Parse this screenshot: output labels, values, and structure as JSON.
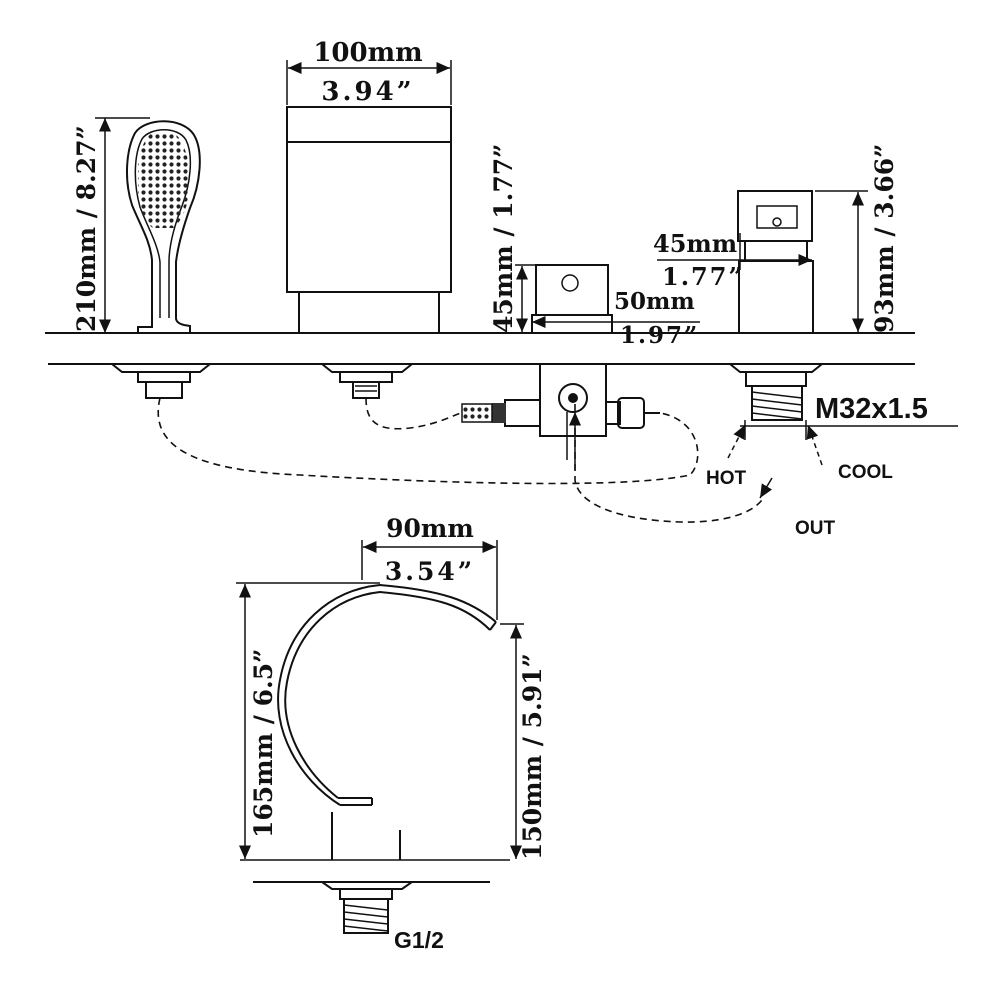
{
  "dimensions": {
    "handshower_height": "210mm / 8.27”",
    "spout_width_mm": "100mm",
    "spout_width_in": "3.94”",
    "knob_height": "45mm / 1.77”",
    "knob_width_mm": "50mm",
    "knob_width_in": "1.97”",
    "valve_width_mm": "45mm",
    "valve_width_in": "1.77”",
    "valve_height": "93mm / 3.66”",
    "arc_width_mm": "90mm",
    "arc_width_in": "3.54”",
    "arc_total_height": "165mm / 6.5”",
    "arc_outlet_height": "150mm / 5.91”"
  },
  "labels": {
    "thread": "M32x1.5",
    "hot": "HOT",
    "cool": "COOL",
    "out": "OUT",
    "inlet": "G1/2"
  }
}
